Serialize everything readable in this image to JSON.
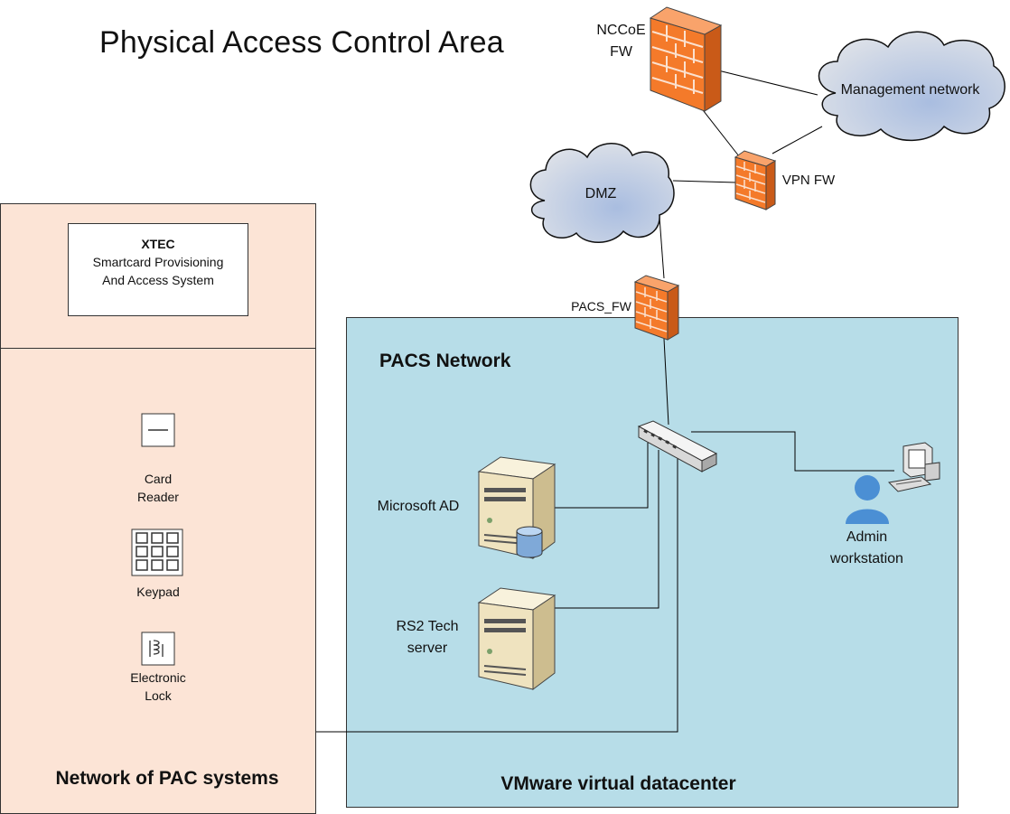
{
  "title": "Physical Access Control Area",
  "nodes": {
    "nccoe_fw": [
      "NCCoE",
      "FW"
    ],
    "management_network": "Management network",
    "vpn_fw": "VPN FW",
    "dmz": "DMZ",
    "pacs_fw": "PACS_FW",
    "pacs_network": "PACS Network",
    "microsoft_ad": "Microsoft AD",
    "rs2_tech_server": [
      "RS2 Tech",
      "server"
    ],
    "admin_workstation": [
      "Admin",
      "workstation"
    ],
    "vmware_datacenter": "VMware virtual datacenter",
    "xtec": {
      "name": "XTEC",
      "lines": [
        "Smartcard Provisioning",
        "And Access System"
      ]
    },
    "card_reader": [
      "Card",
      "Reader"
    ],
    "keypad": "Keypad",
    "electronic_lock": [
      "Electronic",
      "Lock"
    ],
    "pac_network": "Network of PAC systems"
  },
  "colors": {
    "firewall_orange": "#f47a2a",
    "cloud_gray": "#c7cfdc",
    "vm_panel": "#b7dde8",
    "pac_panel": "#fce4d6",
    "admin_blue": "#4b8fd4"
  }
}
